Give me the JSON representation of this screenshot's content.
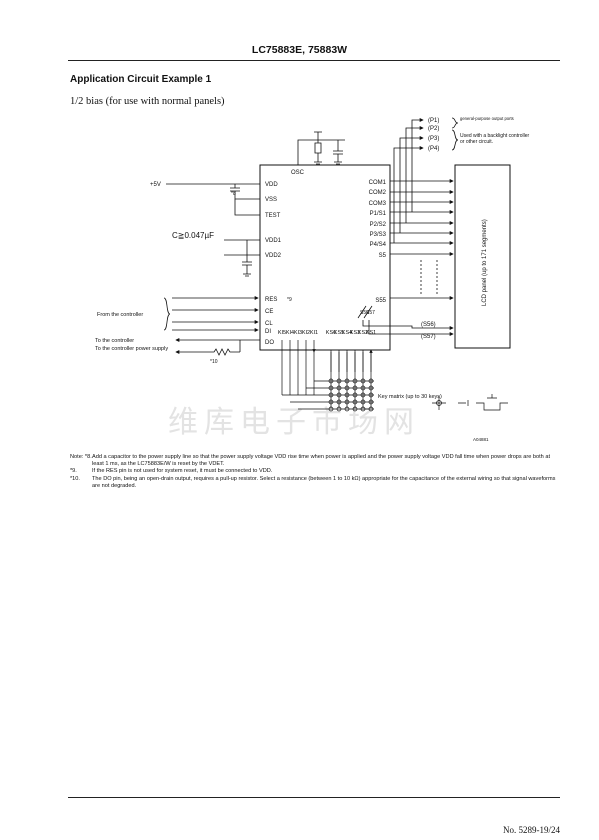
{
  "header": {
    "title": "LC75883E, 75883W"
  },
  "section_title": "Application Circuit Example 1",
  "bias_text": "1/2 bias (for use with normal panels)",
  "circuit": {
    "supply_label": "+5V",
    "capacitor_label": "C≧0.047µF",
    "ic_pins": {
      "osc": "OSC",
      "vdd": "VDD",
      "vss": "VSS",
      "test": "TEST",
      "vdd1": "VDD1",
      "vdd2": "VDD2",
      "res": "RES",
      "ce": "CE",
      "cl": "CL",
      "di": "DI",
      "do": "DO",
      "com1": "COM1",
      "com2": "COM2",
      "com3": "COM3",
      "p1s1": "P1/S1",
      "p2s2": "P2/S2",
      "p3s3": "P3/S3",
      "p4s4": "P4/S4",
      "s5": "S5",
      "s55": "S55",
      "s56": "S56",
      "s57": "S57",
      "key_pins": [
        "KI5",
        "KI4",
        "KI3",
        "KI2",
        "KI1",
        "KS6",
        "KS5",
        "KS4",
        "KS3",
        "KS2",
        "KS1"
      ]
    },
    "port_labels": [
      "(P1)",
      "(P2)",
      "(P3)",
      "(P4)"
    ],
    "seg_labels": [
      "(S56)",
      "(S57)"
    ],
    "note_refs": {
      "star8": "*8",
      "star9": "*9",
      "star10": "*10"
    },
    "general_purpose": "general-purpose output ports",
    "backlight": "Used with a backlight controller or other circuit.",
    "lcd_panel": "LCD panel (up to 171 segments)",
    "from_controller": "From the controller",
    "to_controller": "To the controller",
    "to_power_supply": "To the controller power supply",
    "key_matrix": "Key matrix (up to 30 keys)",
    "figure_code": "A04881"
  },
  "watermark": "维库电子市场网",
  "notes": [
    {
      "key": "Note: *8.",
      "text": "Add a capacitor to the power supply line so that the power supply voltage VDD rise time when power is applied and the power supply voltage VDD fall time when power drops are both at least 1 ms, as the LC75883E/W is reset by the VDET."
    },
    {
      "key": "*9.",
      "text": "If the RES pin is not used for system reset, it must be connected to VDD."
    },
    {
      "key": "*10.",
      "text": "The DO pin, being an open-drain output, requires a pull-up resistor. Select a resistance (between 1 to 10 kΩ) appropriate for the capacitance of the external wiring so that signal waveforms are not degraded."
    }
  ],
  "footer": "No. 5289-19/24"
}
